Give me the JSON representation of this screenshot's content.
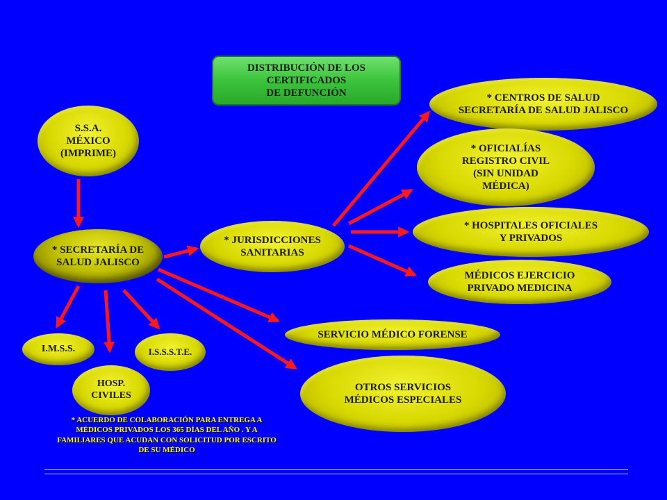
{
  "colors": {
    "background": "#0000FF",
    "arrow": "#FF1A1A",
    "node_fill": "#D8D800",
    "title_fill": "#3CC43C",
    "note_text": "#FFFF00"
  },
  "title": "DISTRIBUCIÓN DE LOS\nCERTIFICADOS\nDE DEFUNCIÓN",
  "nodes": {
    "ssa": "S.S.A.\nMÉXICO\n(IMPRIME)",
    "secretaria": "* SECRETARÍA DE\nSALUD JALISCO",
    "jurisdicciones": "* JURISDICCIONES\nSANITARIAS",
    "centros": "* CENTROS  DE SALUD\nSECRETARÍA DE SALUD JALISCO",
    "oficialias": "* OFICIALÍAS\nREGISTRO CIVIL\n(SIN UNIDAD\nMÉDICA)",
    "hospitales": "* HOSPITALES OFICIALES\nY PRIVADOS",
    "medicos": "MÉDICOS EJERCICIO\nPRIVADO MEDICINA",
    "forense": "SERVICIO MÉDICO FORENSE",
    "otros": "OTROS SERVICIOS\nMÉDICOS ESPECIALES",
    "imss": "I.M.S.S.",
    "hosp_civiles": "HOSP.\nCIVILES",
    "issste": "I.S.S.S.T.E."
  },
  "note": "* ACUERDO  DE COLABORACIÓN  PARA ENTREGA    A\nMÉDICOS PRIVADOS   LOS 365 DÍAS DEL AÑO . Y A\nFAMILIARES QUE ACUDAN  CON SOLICITUD  POR ESCRITO\nDE SU  MÉDICO"
}
